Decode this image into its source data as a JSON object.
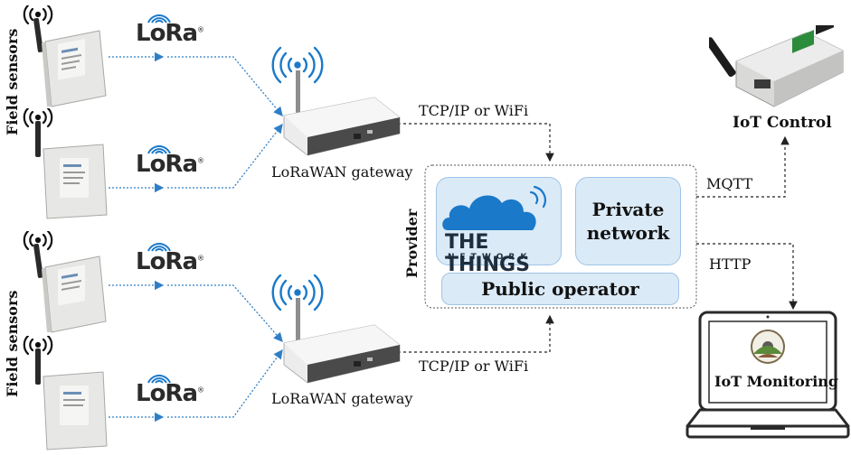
{
  "colors": {
    "sensor_link": "#2f7fc7",
    "gateway_link": "#222222",
    "panel_fill": "#dbeaf7",
    "cloud_blue": "#1b79c9"
  },
  "sensor_groups": [
    {
      "label": "Field sensors"
    },
    {
      "label": "Field sensors"
    }
  ],
  "lora": {
    "brand": "LoRa",
    "mark": "®"
  },
  "gateways": [
    {
      "label": "LoRaWAN gateway",
      "link_label": "TCP/IP or WiFi"
    },
    {
      "label": "LoRaWAN gateway",
      "link_label": "TCP/IP or WiFi"
    }
  ],
  "provider": {
    "label": "Provider",
    "ttn": {
      "line1": "THE THINGS",
      "line2": "NETWORK"
    },
    "private_network": {
      "line1": "Private",
      "line2": "network"
    },
    "public_operator": "Public operator"
  },
  "outputs": {
    "mqtt": "MQTT",
    "http": "HTTP",
    "control": "IoT Control",
    "monitoring": "IoT Monitoring"
  },
  "icons": [
    "sensor-device-icon",
    "wifi-signal-icon",
    "lora-waves-icon",
    "gateway-router-icon",
    "cloud-icon",
    "controller-board-icon",
    "laptop-icon",
    "monitoring-logo-icon"
  ]
}
